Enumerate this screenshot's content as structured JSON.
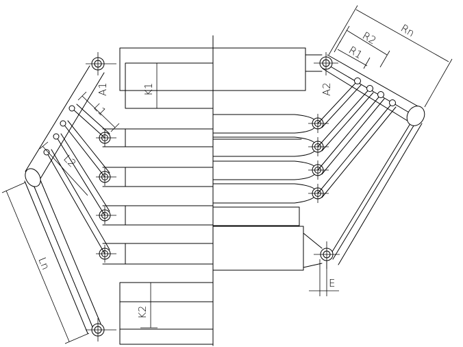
{
  "drawing": {
    "labels": {
      "a1": "A1",
      "a2": "A2",
      "k1": "K1",
      "k2": "K2",
      "l1": "L1",
      "l2": "L2",
      "ln": "Ln",
      "r1": "R1",
      "r2": "R2",
      "rn": "Rn",
      "e": "E"
    },
    "colors": {
      "line": "#000000",
      "background": "#ffffff"
    }
  }
}
